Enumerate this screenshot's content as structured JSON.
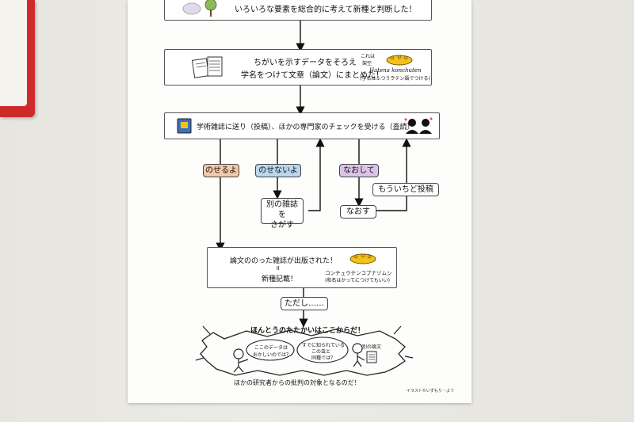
{
  "box_top_text": "いろいろな要素を総合的に考えて新種と判断した！",
  "box_paper": {
    "line1": "ちがいを示すデータをそろえ",
    "line2": "学名をつけて文章（論文）にまとめた！",
    "note_small1": "これは",
    "note_small2": "架空",
    "latin": "Hatena konchuten",
    "latin_note": "(学名はふつうラテン語でつける)"
  },
  "box_review_text": "学術雑誌に送り（投稿）、ほかの専門家のチェックを受ける（査読）",
  "tags": {
    "accept": "のせるよ",
    "reject": "のせないよ",
    "revise": "なおして"
  },
  "steps": {
    "other_journal_1": "別の雑誌を",
    "other_journal_2": "さがす",
    "fix": "なおす",
    "resubmit": "もういちど投稿"
  },
  "box_published": {
    "line1": "論文ののった雑誌が出版された！",
    "equals": "॥",
    "line2": "新種記載！",
    "jp_name": "コンチュウテンコブナゾムシ",
    "jp_name_note": "(和名はかってにつけてもいい)"
  },
  "however": "ただし……",
  "headline": "ほんとうのたたかいはここからだ！",
  "bubble1_1": "ここのデータは",
  "bubble1_2": "おかしいのでは？",
  "bubble2_1": "すでに知られている",
  "bubble2_2": "この虫と",
  "bubble2_3": "同種では？",
  "other_paper": "別の論文",
  "bottom_text": "ほかの研究者からの批判の対象となるのだ！",
  "credit": "イラスト©いずもり・よう",
  "colors": {
    "accept_tag": "#f4c8a8",
    "reject_tag": "#bcd6ee",
    "revise_tag": "#dcc3e6",
    "red_frame": "#cf2a2a"
  }
}
